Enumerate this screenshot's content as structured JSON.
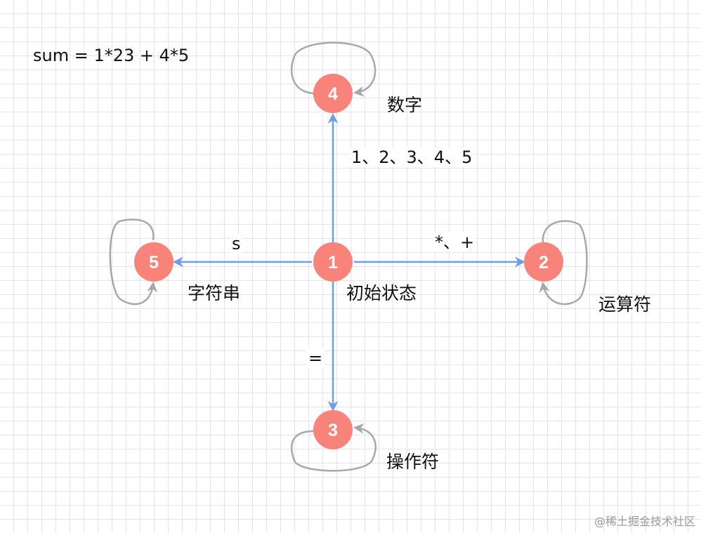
{
  "formula": "sum = 1*23 + 4*5",
  "colors": {
    "node_fill": "#f8837a",
    "node_text": "#ffffff",
    "edge": "#6d9eeb",
    "loop": "#a8a8a8"
  },
  "nodes": [
    {
      "id": "1",
      "label": "1",
      "caption": "初始状态"
    },
    {
      "id": "2",
      "label": "2",
      "caption": "运算符"
    },
    {
      "id": "3",
      "label": "3",
      "caption": "操作符"
    },
    {
      "id": "4",
      "label": "4",
      "caption": "数字"
    },
    {
      "id": "5",
      "label": "5",
      "caption": "字符串"
    }
  ],
  "edges": [
    {
      "from": "1",
      "to": "4",
      "label": "1、2、3、4、5"
    },
    {
      "from": "1",
      "to": "2",
      "label": "*、+"
    },
    {
      "from": "1",
      "to": "3",
      "label": "="
    },
    {
      "from": "1",
      "to": "5",
      "label": "s"
    }
  ],
  "self_loops": [
    "2",
    "3",
    "4",
    "5"
  ],
  "watermark": "@稀土掘金技术社区"
}
